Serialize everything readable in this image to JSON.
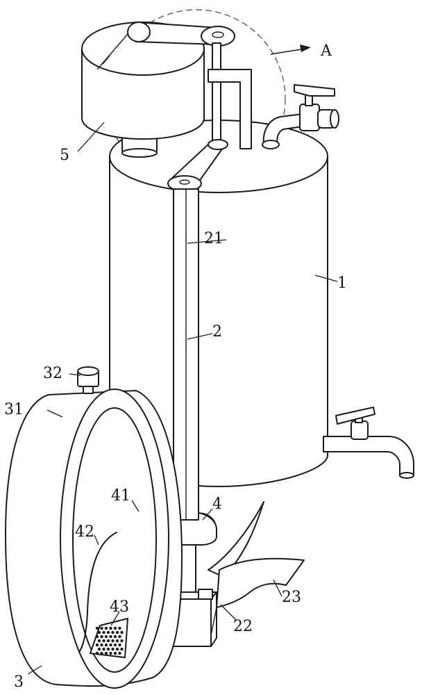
{
  "view_arrow_label": "A",
  "labels": {
    "tank": "1",
    "rod": "2",
    "rod_upper": "21",
    "rod_joint": "22",
    "blade": "23",
    "wheel": "3",
    "wheel_rim": "31",
    "wheel_bolt": "32",
    "bracket": "4",
    "bracket_plate": "41",
    "cable": "42",
    "mesh": "43",
    "motor_box": "5"
  }
}
